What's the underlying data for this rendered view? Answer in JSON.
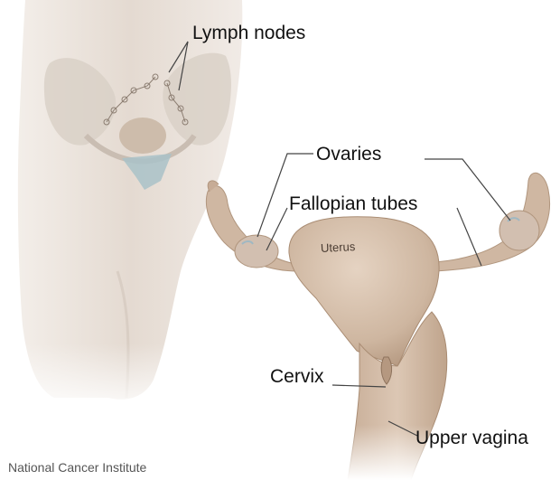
{
  "labels": {
    "lymph_nodes": "Lymph nodes",
    "ovaries": "Ovaries",
    "fallopian_tubes": "Fallopian tubes",
    "uterus": "Uterus",
    "cervix": "Cervix",
    "upper_vagina": "Upper vagina"
  },
  "credit": "National Cancer Institute",
  "colors": {
    "skin": "#e6ddd5",
    "organ": "#d6c1ad",
    "organ_shadow": "#b99d85",
    "leader_line": "#444444",
    "highlight_blue": "#a9c2c8"
  }
}
